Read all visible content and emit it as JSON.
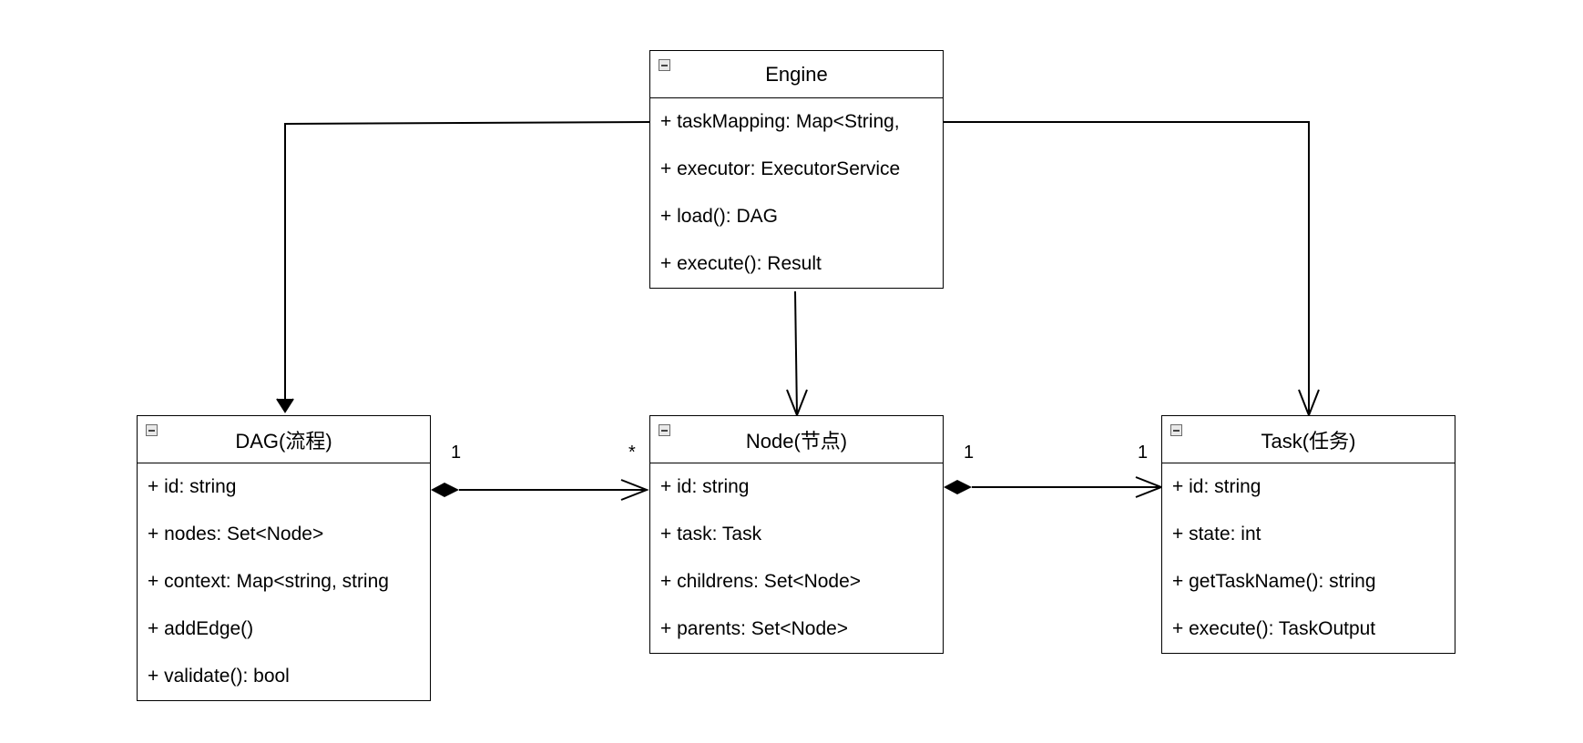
{
  "classes": {
    "engine": {
      "title": "Engine",
      "members": [
        "+ taskMapping: Map<String,",
        "+ executor: ExecutorService",
        "+ load(): DAG",
        "+ execute(): Result"
      ]
    },
    "dag": {
      "title": "DAG(流程)",
      "members": [
        "+ id: string",
        "+ nodes: Set<Node>",
        "+ context: Map<string, string",
        "+ addEdge()",
        "+ validate(): bool"
      ]
    },
    "node": {
      "title": "Node(节点)",
      "members": [
        "+ id: string",
        "+ task: Task",
        "+ childrens: Set<Node>",
        "+ parents: Set<Node>"
      ]
    },
    "task": {
      "title": "Task(任务)",
      "members": [
        "+ id: string",
        "+ state: int",
        "+ getTaskName(): string",
        "+ execute(): TaskOutput"
      ]
    }
  },
  "multiplicities": {
    "dag_node_source": "1",
    "dag_node_target": "*",
    "node_task_source": "1",
    "node_task_target": "1"
  },
  "colors": {
    "line": "#000000",
    "box_border": "#000000",
    "collapse_icon": "#e8e8e8"
  }
}
